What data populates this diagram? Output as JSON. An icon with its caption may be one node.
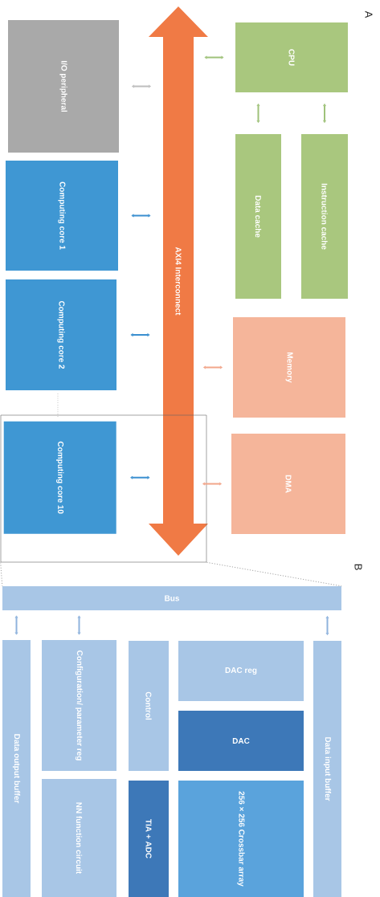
{
  "diagram": {
    "nodes": [
      {
        "text": [
          "CPU"
        ]
      },
      {
        "text": [
          "Instruction cache"
        ]
      },
      {
        "text": [
          "Data cache"
        ]
      },
      {
        "text": [
          "Memory"
        ]
      },
      {
        "text": [
          "DMA"
        ]
      },
      {
        "text": [
          "AXI4 Interconnect"
        ]
      },
      {
        "text": [
          "I/O peripheral"
        ]
      },
      {
        "text": [
          "Computing core 1"
        ]
      },
      {
        "text": [
          "Computing core 2"
        ]
      },
      {
        "text": [],
        "shape": "box"
      },
      {
        "text": [
          "Computing core 10"
        ],
        "in": 9
      },
      {
        "text": [
          "Bus"
        ]
      },
      {
        "text": [
          "Data input buffer"
        ]
      },
      {
        "text": [
          "DAC reg"
        ]
      },
      {
        "text": [
          "DAC"
        ]
      },
      {
        "text": [
          "256 × 256 Crossbar array"
        ]
      },
      {
        "text": [
          "Control"
        ]
      },
      {
        "text": [
          "TIA + ADC"
        ]
      },
      {
        "text": [
          "Configuration/ parameter reg"
        ]
      },
      {
        "text": [
          "NN function circuit"
        ]
      },
      {
        "text": [
          "Data output buffer"
        ]
      }
    ],
    "edges": [
      {
        "from": 5,
        "to": 0,
        "arrow": "both",
        "color": "#9fc27a"
      },
      {
        "from": 0,
        "to": 1,
        "arrow": "both",
        "color": "#9fc27a"
      },
      {
        "from": 0,
        "to": 2,
        "arrow": "both",
        "color": "#9fc27a"
      },
      {
        "from": 5,
        "to": 3,
        "arrow": "both",
        "color": "#f2a68a"
      },
      {
        "from": 5,
        "to": 4,
        "arrow": "both",
        "color": "#f2a68a"
      },
      {
        "from": 6,
        "to": 5,
        "arrow": "both",
        "color": "#bdbdbd"
      },
      {
        "from": 7,
        "to": 5,
        "arrow": "both",
        "color": "#3a8fd0"
      },
      {
        "from": 8,
        "to": 5,
        "arrow": "both",
        "color": "#3a8fd0"
      },
      {
        "from": 10,
        "to": 5,
        "arrow": "both",
        "color": "#3a8fd0"
      },
      {
        "from": 11,
        "to": 12,
        "arrow": "both",
        "color": "#8fb3dd"
      },
      {
        "from": 11,
        "to": 18,
        "arrow": "both",
        "color": "#8fb3dd"
      },
      {
        "from": 11,
        "to": 20,
        "arrow": "both",
        "color": "#8fb3dd"
      },
      {
        "from": 9,
        "to": 11,
        "arrow": "none",
        "style": "dashed",
        "color": "#8c8c8c"
      },
      {
        "from": 9,
        "to": 11,
        "arrow": "none",
        "style": "dashed",
        "color": "#8c8c8c"
      }
    ],
    "labels": [
      "A",
      "B"
    ]
  }
}
